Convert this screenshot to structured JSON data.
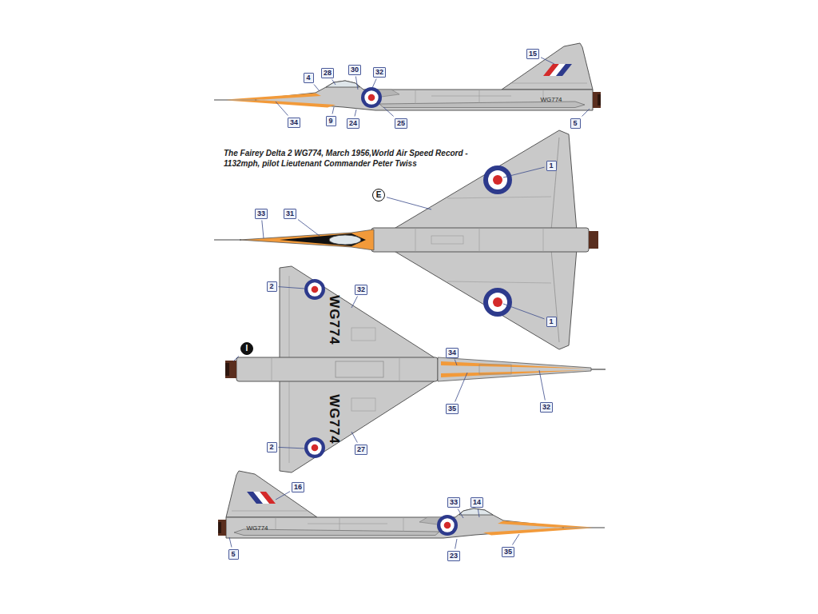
{
  "diagram": {
    "title": "The Fairey Delta 2 WG774, March 1956,World Air Speed Record - 1132mph, pilot Lieutenant Commander Peter Twiss",
    "labels": [
      "4",
      "28",
      "30",
      "32",
      "15",
      "34",
      "9",
      "24",
      "25",
      "5",
      "WG774",
      "1",
      "E",
      "33",
      "31",
      "1",
      "2",
      "32",
      "I",
      "WG774",
      "WG774",
      "34",
      "35",
      "32",
      "2",
      "27",
      "16",
      "5",
      "WG774",
      "33",
      "14",
      "23",
      "35"
    ]
  }
}
